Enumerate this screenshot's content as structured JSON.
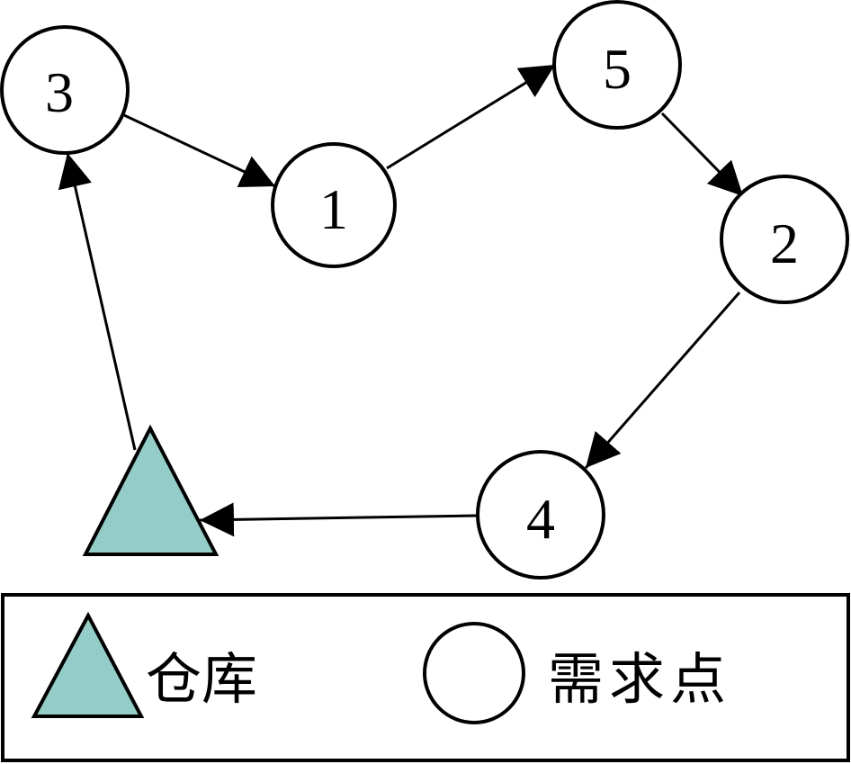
{
  "diagram": {
    "nodes": [
      {
        "id": "3",
        "label": "3"
      },
      {
        "id": "1",
        "label": "1"
      },
      {
        "id": "5",
        "label": "5"
      },
      {
        "id": "2",
        "label": "2"
      },
      {
        "id": "4",
        "label": "4"
      }
    ],
    "edges": [
      {
        "from": "warehouse",
        "to": "3"
      },
      {
        "from": "3",
        "to": "1"
      },
      {
        "from": "1",
        "to": "5"
      },
      {
        "from": "5",
        "to": "2"
      },
      {
        "from": "2",
        "to": "4"
      },
      {
        "from": "4",
        "to": "warehouse"
      }
    ],
    "warehouse_color": "#94cdc8"
  },
  "legend": {
    "warehouse_label": "仓库",
    "demand_label": "需求点"
  }
}
